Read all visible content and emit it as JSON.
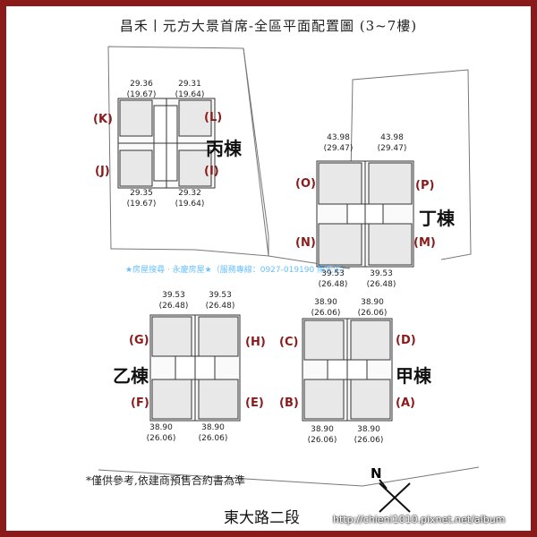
{
  "title": "昌禾丨元方大景首席-全區平面配置圖 (3~7樓)",
  "buildings": {
    "bing": {
      "name": "丙棟",
      "units": {
        "K": "(K)",
        "L": "(L)",
        "J": "(J)",
        "I": "(I)"
      },
      "areas_top": [
        {
          "a": "29.36",
          "b": "(19.67)"
        },
        {
          "a": "29.31",
          "b": "(19.64)"
        }
      ],
      "areas_bottom": [
        {
          "a": "29.35",
          "b": "(19.67)"
        },
        {
          "a": "29.32",
          "b": "(19.64)"
        }
      ]
    },
    "ding": {
      "name": "丁棟",
      "units": {
        "O": "(O)",
        "P": "(P)",
        "N": "(N)",
        "M": "(M)"
      },
      "areas_top": [
        {
          "a": "43.98",
          "b": "(29.47)"
        },
        {
          "a": "43.98",
          "b": "(29.47)"
        }
      ],
      "areas_bottom": [
        {
          "a": "39.53",
          "b": "(26.48)"
        },
        {
          "a": "39.53",
          "b": "(26.48)"
        }
      ]
    },
    "yi": {
      "name": "乙棟",
      "units": {
        "G": "(G)",
        "H": "(H)",
        "F": "(F)",
        "E": "(E)"
      },
      "areas_top": [
        {
          "a": "39.53",
          "b": "(26.48)"
        },
        {
          "a": "39.53",
          "b": "(26.48)"
        }
      ],
      "areas_bottom": [
        {
          "a": "38.90",
          "b": "(26.06)"
        },
        {
          "a": "38.90",
          "b": "(26.06)"
        }
      ]
    },
    "jia": {
      "name": "甲棟",
      "units": {
        "C": "(C)",
        "D": "(D)",
        "B": "(B)",
        "A": "(A)"
      },
      "areas_top": [
        {
          "a": "38.90",
          "b": "(26.06)"
        },
        {
          "a": "38.90",
          "b": "(26.06)"
        }
      ],
      "areas_bottom": [
        {
          "a": "38.90",
          "b": "(26.06)"
        },
        {
          "a": "38.90",
          "b": "(26.06)"
        }
      ]
    }
  },
  "note": "*僅供參考,依建商預售合約書為準",
  "road": "東大路二段",
  "north": "N",
  "watermark": "★房屋搜尋 · 永慶房屋★（服務專線：0927-019190 陳先生）",
  "url": "http://chieni1010.pixnet.net/album"
}
